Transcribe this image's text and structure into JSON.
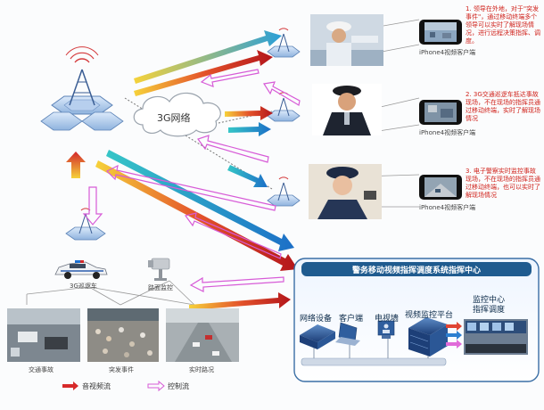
{
  "network": {
    "label": "3G网络"
  },
  "command_center": {
    "title": "警务移动视频指挥调度系统指挥中心",
    "devices": [
      "网络设备",
      "客户端",
      "电视墙",
      "视频监控平台"
    ],
    "monitor_label": "监控中心\n指挥调度"
  },
  "sources": {
    "vehicle": "3G巡逻车",
    "ptz": "路面监控",
    "scenes": [
      "交通事故",
      "突发事件",
      "实时路况"
    ]
  },
  "clients": [
    {
      "caption": "iPhone4视频客户端",
      "note": "1. 领导在外地，对于\"突发事件\"，通过移动终端多个领导可以实时了解现场情况，进行远程决策指挥、调度。"
    },
    {
      "caption": "iPhone4视频客户端",
      "note": "2. 3G交通巡逻车抵达事故现场，不在现场的指挥员通过移动终端，实时了解现场情况"
    },
    {
      "caption": "iPhone4视频客户端",
      "note": "3. 电子警察实时监控事故现场，不在现场的指挥员通过移动终端，也可以实时了解现场情况"
    }
  ],
  "legend": {
    "video": "音视频流",
    "control": "控制流"
  },
  "colors": {
    "cc_title_bg": "#1f5b8f",
    "cc_border": "#3a6ea5",
    "note_red": "#d0221b"
  }
}
